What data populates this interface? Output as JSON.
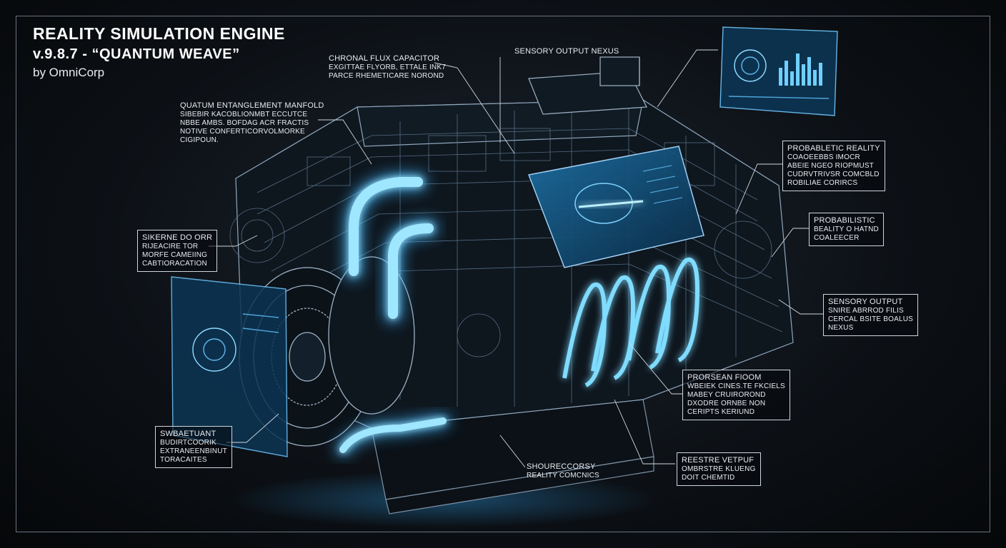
{
  "title": {
    "line1": "REALITY SIMULATION ENGINE",
    "line2": "v.9.8.7 - “QUANTUM WEAVE”",
    "line3": "by OmniCorp"
  },
  "labels": {
    "chronal_flux": {
      "head": "CHRONAL FLUX CAPACITOR",
      "body": [
        "EXGITTAE FLYORB, ETTALE INK7",
        "PARCE RHEMETICARE NOROND"
      ]
    },
    "sensory_nexus_top": {
      "head": "SENSORY OUTPUT NEXUS"
    },
    "quantum_manifold": {
      "head": "QUATUM ENTANGLEMENT MANFOLD",
      "body": [
        "SIBEBIR KACOBLIONMBT ECCUTCE",
        "NBBE AMBS. BOFDAG ACR FRACTIS",
        "NOTIVE CONFERTICORVOLMORKE",
        "CIGIPOUN."
      ]
    },
    "probabletic": {
      "head": "PROBABLETIC REALITY",
      "body": [
        "COAOEEBBS IMOCR",
        "ABEIE NGEO RIOPMUST",
        "CUDRVTRIVSR COMCBLD",
        "ROBILIAE CORIRCS"
      ]
    },
    "probabilistic": {
      "head": "PROBABILISTIC",
      "body": [
        "BEALITY O HATND",
        "COALEECER"
      ]
    },
    "sensory_output_right": {
      "head": "SENSORY OUTPUT",
      "body": [
        "SNIRE ABRROD FILIS",
        "CERCAL BSITE BOALUS",
        "NEXUS"
      ]
    },
    "sikerne": {
      "head": "SIKERNE DO ORR",
      "body": [
        "RIJEACIRE TOR",
        "MORFE CAMEIING",
        "CABTIORACATION"
      ]
    },
    "prorsean": {
      "head": "PRORSEAN FIOOM",
      "body": [
        "WBEIEK CINES.TE FKCIELS",
        "MABEY CRUIROROND",
        "DXODRE ORNBE NON",
        "CERIPTS KERIUND"
      ]
    },
    "reestre": {
      "head": "REESTRE VETPUF",
      "body": [
        "OMBRSTRE KLUENG",
        "DOIT CHEMTID"
      ]
    },
    "swbaetuant": {
      "head": "SWBAETUANT",
      "body": [
        "BUDIRTCOORIK",
        "EXTRANEENBINUT",
        "TORACAITES"
      ]
    },
    "shourecorsy": {
      "head": "SHOURECCORSY",
      "body": [
        "REALITY COMCNICS"
      ]
    }
  },
  "colors": {
    "glow": "#3fb7ff",
    "glow_bright": "#9fe6ff",
    "wire": "#8fa7bd",
    "frame": "#6b7480",
    "background": "#0d1116"
  }
}
